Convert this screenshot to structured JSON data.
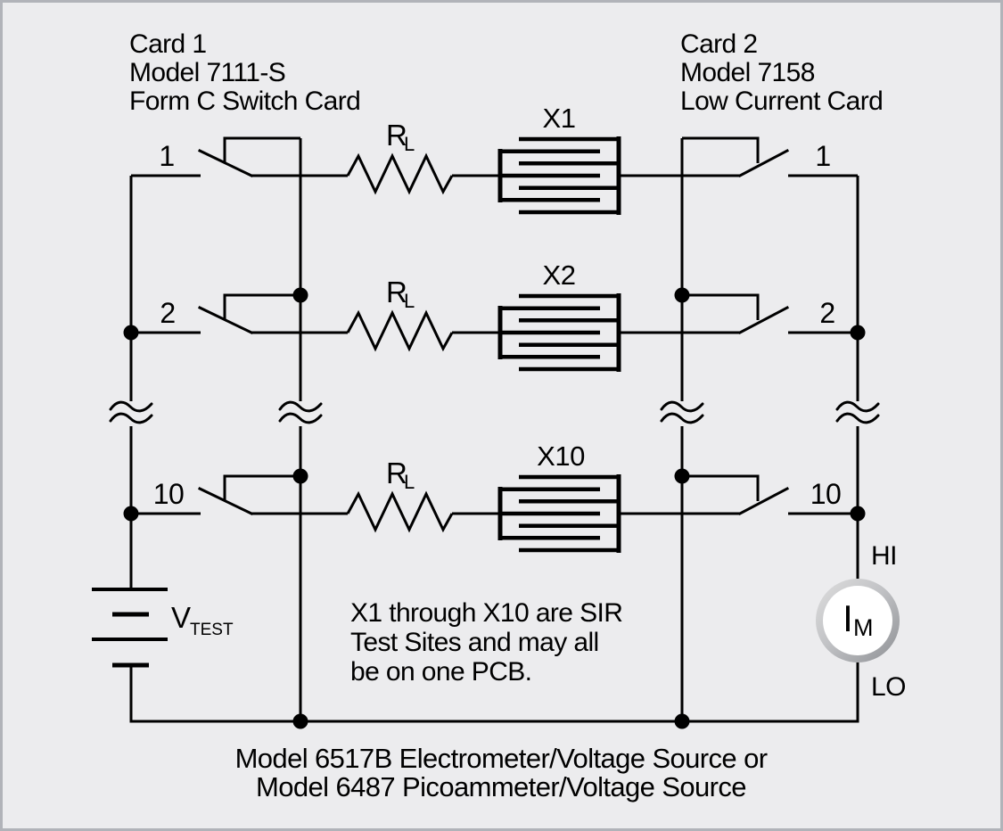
{
  "diagram": {
    "colors": {
      "background": "#ececee",
      "border": "#b1b3b9",
      "line": "#000000",
      "meter_ring_light": "#d9d9d9",
      "meter_ring_dark": "#8e9094"
    },
    "card1": {
      "line1": "Card 1",
      "line2": "Model 7111-S",
      "line3": "Form C Switch Card"
    },
    "card2": {
      "line1": "Card 2",
      "line2": "Model 7158",
      "line3": "Low Current Card"
    },
    "rows": [
      {
        "left_terminal": "1",
        "right_terminal": "1",
        "resistor": "R",
        "resistor_sub": "L",
        "site": "X1"
      },
      {
        "left_terminal": "2",
        "right_terminal": "2",
        "resistor": "R",
        "resistor_sub": "L",
        "site": "X2"
      },
      {
        "left_terminal": "10",
        "right_terminal": "10",
        "resistor": "R",
        "resistor_sub": "L",
        "site": "X10"
      }
    ],
    "battery": {
      "symbol": "V",
      "subscript": "TEST"
    },
    "meter": {
      "symbol": "I",
      "subscript": "M",
      "hi": "HI",
      "lo": "LO"
    },
    "note": {
      "line1": "X1 through X10 are SIR",
      "line2": "Test Sites and may all",
      "line3": "be on one PCB."
    },
    "caption": {
      "line1": "Model 6517B Electrometer/Voltage Source or",
      "line2": "Model 6487 Picoammeter/Voltage Source"
    }
  }
}
